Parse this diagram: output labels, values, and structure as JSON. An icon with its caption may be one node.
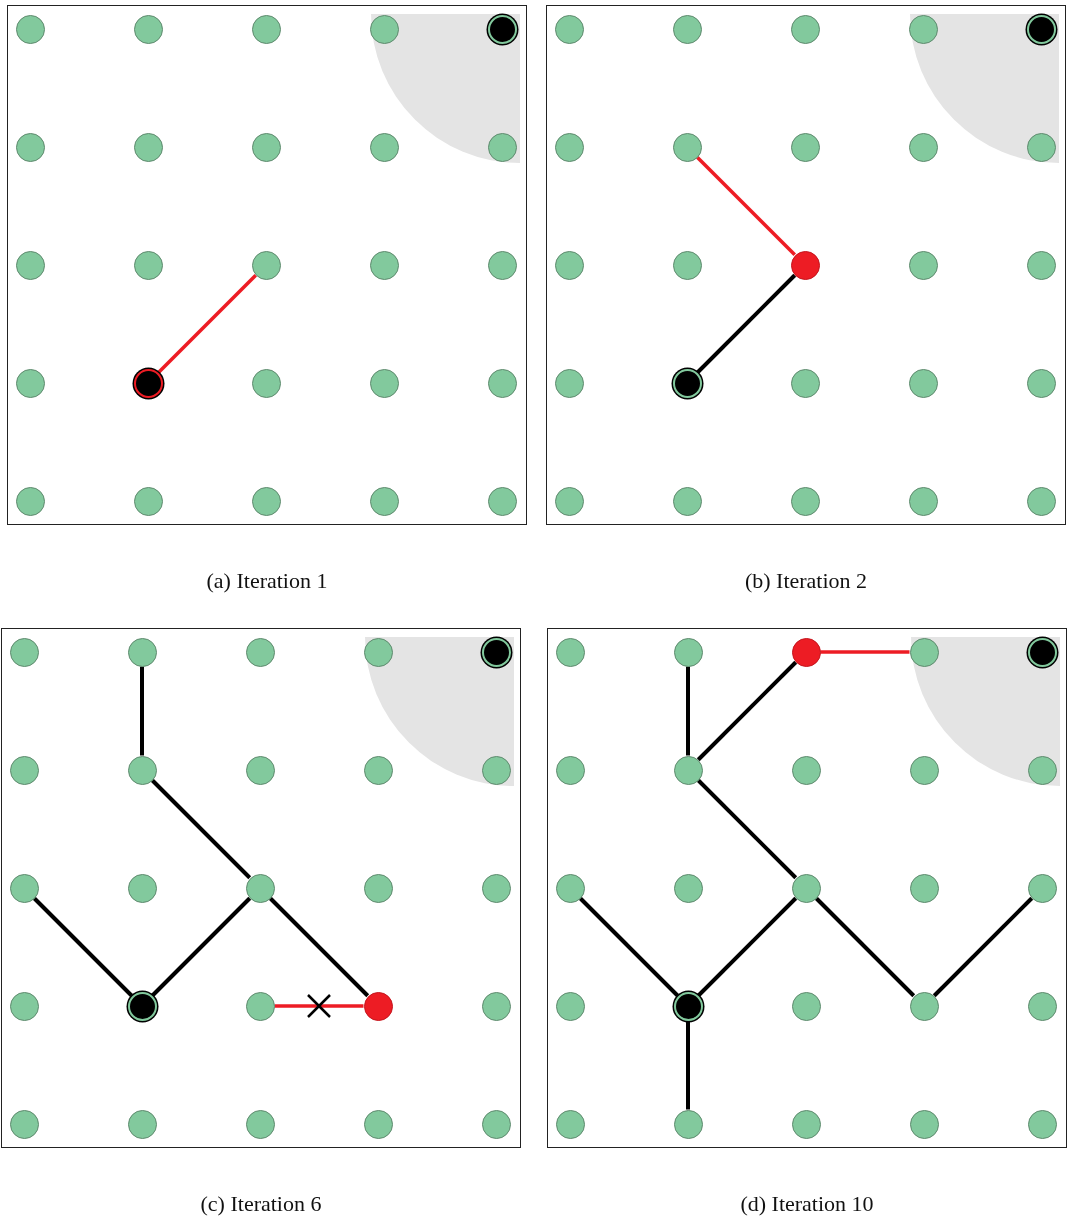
{
  "diagram": {
    "nodes": [
      {
        "text": [],
        "shape": "box",
        "beside": [
          "(a) Iteration 1"
        ]
      },
      {
        "text": [],
        "shape": "circle",
        "in": 0
      },
      {
        "text": [],
        "shape": "circle",
        "in": 0
      },
      {
        "text": [],
        "shape": "circle",
        "in": 0
      },
      {
        "text": [],
        "shape": "circle",
        "in": 0
      },
      {
        "text": [],
        "shape": "circle",
        "in": 0
      },
      {
        "text": [],
        "shape": "circle",
        "in": 0
      },
      {
        "text": [],
        "shape": "circle",
        "in": 0
      },
      {
        "text": [],
        "shape": "circle",
        "in": 0
      },
      {
        "text": [],
        "shape": "circle",
        "in": 0
      },
      {
        "text": [],
        "shape": "circle",
        "in": 0
      },
      {
        "text": [],
        "shape": "circle",
        "in": 0
      },
      {
        "text": [],
        "shape": "circle",
        "in": 0
      },
      {
        "text": [],
        "shape": "circle",
        "in": 0
      },
      {
        "text": [],
        "shape": "circle",
        "in": 0
      },
      {
        "text": [],
        "shape": "circle",
        "in": 0
      },
      {
        "text": [],
        "shape": "circle",
        "in": 0
      },
      {
        "text": [],
        "shape": "circle",
        "in": 0
      },
      {
        "text": [],
        "shape": "circle",
        "in": 0
      },
      {
        "text": [],
        "shape": "circle",
        "in": 0
      },
      {
        "text": [],
        "shape": "circle",
        "in": 0
      },
      {
        "text": [],
        "shape": "circle",
        "in": 0
      },
      {
        "text": [],
        "shape": "circle",
        "in": 0
      },
      {
        "text": [],
        "shape": "circle",
        "in": 0
      },
      {
        "text": [],
        "shape": "circle",
        "in": 0
      },
      {
        "text": [],
        "shape": "circle",
        "in": 0
      },
      {
        "text": [],
        "shape": "box",
        "beside": [
          "(b) Iteration 2"
        ]
      },
      {
        "text": [],
        "shape": "circle",
        "in": 26
      },
      {
        "text": [],
        "shape": "circle",
        "in": 26
      },
      {
        "text": [],
        "shape": "circle",
        "in": 26
      },
      {
        "text": [],
        "shape": "circle",
        "in": 26
      },
      {
        "text": [],
        "shape": "circle",
        "in": 26
      },
      {
        "text": [],
        "shape": "circle",
        "in": 26
      },
      {
        "text": [],
        "shape": "circle",
        "in": 26
      },
      {
        "text": [],
        "shape": "circle",
        "in": 26
      },
      {
        "text": [],
        "shape": "circle",
        "in": 26
      },
      {
        "text": [],
        "shape": "circle",
        "in": 26
      },
      {
        "text": [],
        "shape": "circle",
        "in": 26
      },
      {
        "text": [],
        "shape": "circle",
        "in": 26
      },
      {
        "text": [],
        "shape": "circle",
        "in": 26
      },
      {
        "text": [],
        "shape": "circle",
        "in": 26
      },
      {
        "text": [],
        "shape": "circle",
        "in": 26
      },
      {
        "text": [],
        "shape": "circle",
        "in": 26
      },
      {
        "text": [],
        "shape": "circle",
        "in": 26
      },
      {
        "text": [],
        "shape": "circle",
        "in": 26
      },
      {
        "text": [],
        "shape": "circle",
        "in": 26
      },
      {
        "text": [],
        "shape": "circle",
        "in": 26
      },
      {
        "text": [],
        "shape": "circle",
        "in": 26
      },
      {
        "text": [],
        "shape": "circle",
        "in": 26
      },
      {
        "text": [],
        "shape": "circle",
        "in": 26
      },
      {
        "text": [],
        "shape": "circle",
        "in": 26
      },
      {
        "text": [],
        "shape": "circle",
        "in": 26
      },
      {
        "text": [],
        "shape": "box",
        "beside": [
          "(c) Iteration 6"
        ]
      },
      {
        "text": [],
        "shape": "circle",
        "in": 52
      },
      {
        "text": [],
        "shape": "circle",
        "in": 52
      },
      {
        "text": [],
        "shape": "circle",
        "in": 52
      },
      {
        "text": [],
        "shape": "circle",
        "in": 52
      },
      {
        "text": [],
        "shape": "circle",
        "in": 52
      },
      {
        "text": [],
        "shape": "circle",
        "in": 52
      },
      {
        "text": [],
        "shape": "circle",
        "in": 52
      },
      {
        "text": [],
        "shape": "circle",
        "in": 52
      },
      {
        "text": [],
        "shape": "circle",
        "in": 52
      },
      {
        "text": [],
        "shape": "circle",
        "in": 52
      },
      {
        "text": [],
        "shape": "circle",
        "in": 52
      },
      {
        "text": [],
        "shape": "circle",
        "in": 52
      },
      {
        "text": [],
        "shape": "circle",
        "in": 52
      },
      {
        "text": [],
        "shape": "circle",
        "in": 52
      },
      {
        "text": [],
        "shape": "circle",
        "in": 52
      },
      {
        "text": [],
        "shape": "circle",
        "in": 52
      },
      {
        "text": [],
        "shape": "circle",
        "in": 52
      },
      {
        "text": [],
        "shape": "circle",
        "in": 52
      },
      {
        "text": [],
        "shape": "circle",
        "in": 52
      },
      {
        "text": [],
        "shape": "circle",
        "in": 52
      },
      {
        "text": [],
        "shape": "circle",
        "in": 52
      },
      {
        "text": [],
        "shape": "circle",
        "in": 52
      },
      {
        "text": [],
        "shape": "circle",
        "in": 52
      },
      {
        "text": [],
        "shape": "circle",
        "in": 52
      },
      {
        "text": [],
        "shape": "circle",
        "in": 52
      },
      {
        "text": [],
        "shape": "box",
        "beside": [
          "(d) Iteration 10"
        ]
      },
      {
        "text": [],
        "shape": "circle",
        "in": 78
      },
      {
        "text": [],
        "shape": "circle",
        "in": 78
      },
      {
        "text": [],
        "shape": "circle",
        "in": 78
      },
      {
        "text": [],
        "shape": "circle",
        "in": 78
      },
      {
        "text": [],
        "shape": "circle",
        "in": 78
      },
      {
        "text": [],
        "shape": "circle",
        "in": 78
      },
      {
        "text": [],
        "shape": "circle",
        "in": 78
      },
      {
        "text": [],
        "shape": "circle",
        "in": 78
      },
      {
        "text": [],
        "shape": "circle",
        "in": 78
      },
      {
        "text": [],
        "shape": "circle",
        "in": 78
      },
      {
        "text": [],
        "shape": "circle",
        "in": 78
      },
      {
        "text": [],
        "shape": "circle",
        "in": 78
      },
      {
        "text": [],
        "shape": "circle",
        "in": 78
      },
      {
        "text": [],
        "shape": "circle",
        "in": 78
      },
      {
        "text": [],
        "shape": "circle",
        "in": 78
      },
      {
        "text": [],
        "shape": "circle",
        "in": 78
      },
      {
        "text": [],
        "shape": "circle",
        "in": 78
      },
      {
        "text": [],
        "shape": "circle",
        "in": 78
      },
      {
        "text": [],
        "shape": "circle",
        "in": 78
      },
      {
        "text": [],
        "shape": "circle",
        "in": 78
      },
      {
        "text": [],
        "shape": "circle",
        "in": 78
      },
      {
        "text": [],
        "shape": "circle",
        "in": 78
      },
      {
        "text": [],
        "shape": "circle",
        "in": 78
      },
      {
        "text": [],
        "shape": "circle",
        "in": 78
      },
      {
        "text": [],
        "shape": "circle",
        "in": 78
      }
    ],
    "edges": [
      {
        "from": 17,
        "to": 13,
        "arrow": "none",
        "color": "#ed1c24"
      },
      {
        "from": 43,
        "to": 39,
        "arrow": "none"
      },
      {
        "from": 39,
        "to": 33,
        "arrow": "none",
        "color": "#ed1c24"
      },
      {
        "from": 69,
        "to": 63,
        "arrow": "none"
      },
      {
        "from": 69,
        "to": 65,
        "arrow": "none"
      },
      {
        "from": 65,
        "to": 59,
        "arrow": "none"
      },
      {
        "from": 59,
        "to": 54,
        "arrow": "none"
      },
      {
        "from": 65,
        "to": 71,
        "arrow": "none"
      },
      {
        "from": 71,
        "to": 70,
        "arrow": "none",
        "color": "#ed1c24"
      },
      {
        "from": 95,
        "to": 89,
        "arrow": "none"
      },
      {
        "from": 95,
        "to": 91,
        "arrow": "none"
      },
      {
        "from": 95,
        "to": 100,
        "arrow": "none"
      },
      {
        "from": 91,
        "to": 85,
        "arrow": "none"
      },
      {
        "from": 85,
        "to": 80,
        "arrow": "none"
      },
      {
        "from": 85,
        "to": 81,
        "arrow": "none"
      },
      {
        "from": 91,
        "to": 97,
        "arrow": "none"
      },
      {
        "from": 97,
        "to": 93,
        "arrow": "none"
      },
      {
        "from": 81,
        "to": 82,
        "arrow": "none",
        "color": "#ed1c24"
      }
    ]
  }
}
